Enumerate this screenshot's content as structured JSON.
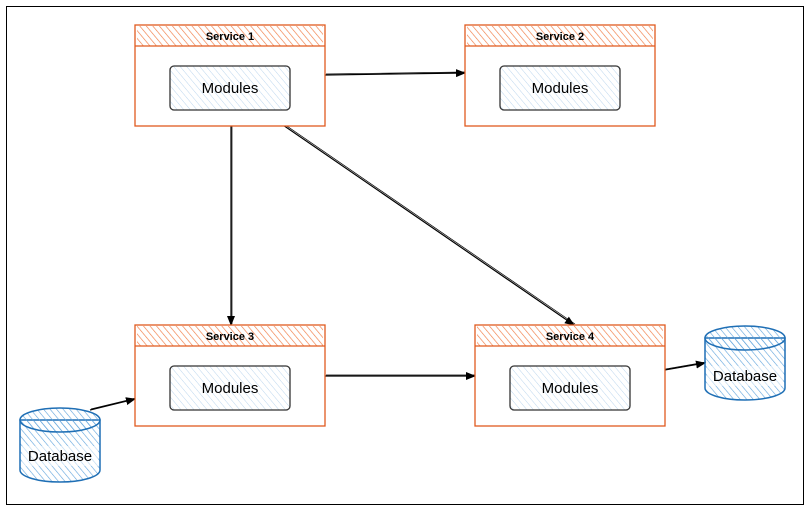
{
  "colors": {
    "service_stroke": "#e05a1f",
    "service_hatch": "#f07c45",
    "module_fill": "#dbe9f6",
    "module_stroke": "#333333",
    "database_stroke": "#1f6fb5",
    "database_hatch": "#5fa3dc",
    "arrow": "#000000",
    "frame": "#000000"
  },
  "services": [
    {
      "id": "service-1",
      "title": "Service 1",
      "module_label": "Modules"
    },
    {
      "id": "service-2",
      "title": "Service 2",
      "module_label": "Modules"
    },
    {
      "id": "service-3",
      "title": "Service 3",
      "module_label": "Modules"
    },
    {
      "id": "service-4",
      "title": "Service 4",
      "module_label": "Modules"
    }
  ],
  "databases": [
    {
      "id": "database-left",
      "label": "Database"
    },
    {
      "id": "database-right",
      "label": "Database"
    }
  ],
  "connections": [
    {
      "from": "service-1",
      "to": "service-2"
    },
    {
      "from": "service-1",
      "to": "service-3"
    },
    {
      "from": "service-1",
      "to": "service-4"
    },
    {
      "from": "service-3",
      "to": "service-4"
    },
    {
      "from": "database-left",
      "to": "service-3"
    },
    {
      "from": "service-4",
      "to": "database-right"
    }
  ]
}
